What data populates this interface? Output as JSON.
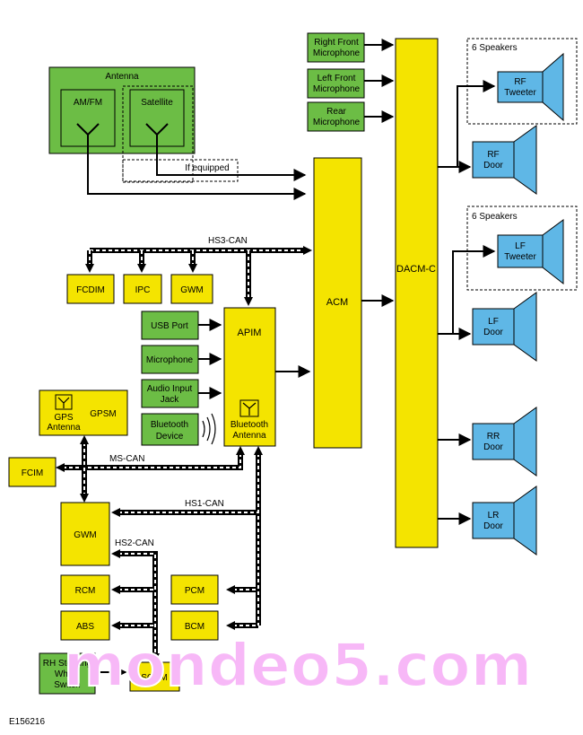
{
  "antenna": {
    "title": "Antenna",
    "amfm": "AM/FM",
    "satellite": "Satellite",
    "if_equipped": "If equipped"
  },
  "microphones": {
    "right_front": [
      "Right Front",
      "Microphone"
    ],
    "left_front": [
      "Left Front",
      "Microphone"
    ],
    "rear": [
      "Rear",
      "Microphone"
    ]
  },
  "modules": {
    "acm": "ACM",
    "dacm": "DACM-C",
    "apim": "APIM",
    "bt_antenna": [
      "Bluetooth",
      "Antenna"
    ],
    "fcdim": "FCDIM",
    "ipc": "IPC",
    "gwm_top": "GWM",
    "gwm_main": "GWM",
    "gpsm": "GPSM",
    "gps_antenna": [
      "GPS",
      "Antenna"
    ],
    "fcim": "FCIM",
    "rcm": "RCM",
    "abs": "ABS",
    "pcm": "PCM",
    "bcm": "BCM",
    "sccm": "SCCM"
  },
  "inputs": {
    "usb": "USB Port",
    "mic": "Microphone",
    "aux": [
      "Audio Input",
      "Jack"
    ],
    "bt_device": [
      "Bluetooth",
      "Device"
    ],
    "rh_switch": [
      "RH Steering",
      "Wheel",
      "Switch"
    ]
  },
  "buses": {
    "hs3": "HS3-CAN",
    "ms": "MS-CAN",
    "hs1": "HS1-CAN",
    "hs2": "HS2-CAN"
  },
  "speakers": {
    "group_label": "6 Speakers",
    "rf_tweeter": [
      "RF",
      "Tweeter"
    ],
    "rf_door": [
      "RF",
      "Door"
    ],
    "lf_tweeter": [
      "LF",
      "Tweeter"
    ],
    "lf_door": [
      "LF",
      "Door"
    ],
    "rr_door": [
      "RR",
      "Door"
    ],
    "lr_door": [
      "LR",
      "Door"
    ]
  },
  "figure_id": "E156216",
  "watermark": "mondeo5.com",
  "colors": {
    "yellow": "#f4e400",
    "green": "#6cbd45",
    "blue": "#5fb7e6",
    "line": "#000000",
    "watermark": "#f7b8f7"
  }
}
